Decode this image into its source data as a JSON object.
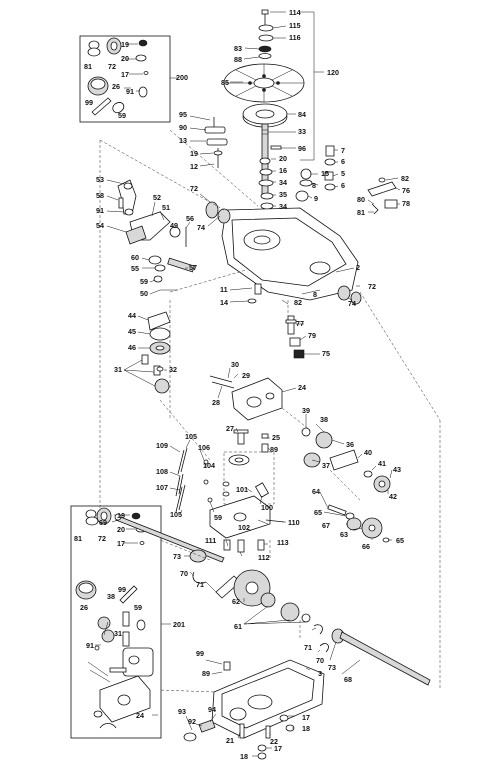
{
  "diagram": {
    "callouts": [
      "114",
      "115",
      "116",
      "83",
      "88",
      "120",
      "85",
      "84",
      "33",
      "96",
      "95",
      "90",
      "13",
      "19",
      "12",
      "20",
      "16",
      "34",
      "35",
      "34",
      "7",
      "6",
      "15",
      "8",
      "5",
      "6",
      "9",
      "82",
      "76",
      "78",
      "80",
      "81",
      "53",
      "58",
      "91",
      "52",
      "51",
      "54",
      "72",
      "74",
      "56",
      "49",
      "60",
      "55",
      "57",
      "59",
      "50",
      "11",
      "14",
      "8",
      "82",
      "2",
      "72",
      "74",
      "44",
      "45",
      "46",
      "31",
      "32",
      "77",
      "79",
      "75",
      "30",
      "29",
      "28",
      "24",
      "39",
      "38",
      "36",
      "37",
      "40",
      "41",
      "43",
      "42",
      "27",
      "25",
      "89",
      "105",
      "109",
      "106",
      "108",
      "104",
      "101",
      "107",
      "105",
      "59",
      "100",
      "102",
      "110",
      "64",
      "65",
      "67",
      "63",
      "66",
      "65",
      "69",
      "111",
      "112",
      "113",
      "73",
      "70",
      "71",
      "62",
      "61",
      "71",
      "70",
      "73",
      "68",
      "99",
      "89",
      "3",
      "93",
      "92",
      "94",
      "21",
      "22",
      "17",
      "18",
      "17",
      "18",
      "200",
      "19",
      "20",
      "81",
      "72",
      "17",
      "91",
      "26",
      "99",
      "59",
      "201",
      "19",
      "20",
      "81",
      "72",
      "17",
      "26",
      "99",
      "59",
      "38",
      "31",
      "91",
      "24"
    ]
  }
}
